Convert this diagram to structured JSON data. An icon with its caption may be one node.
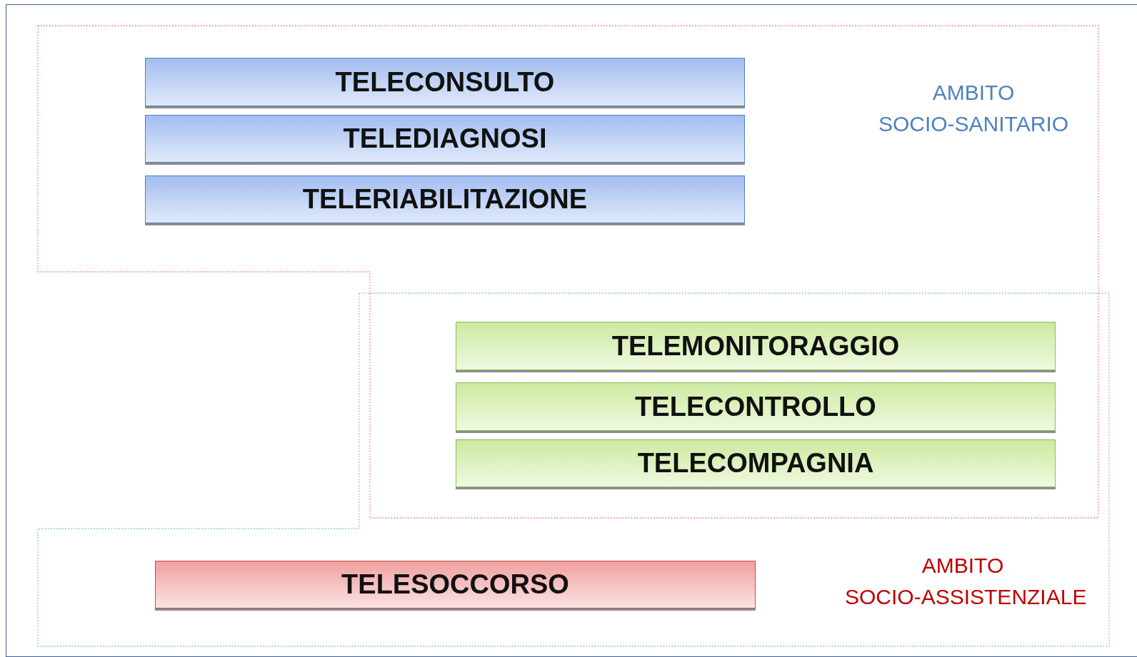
{
  "diagram": {
    "nodes": [
      {
        "text": [
          "AMBITO SOCIO-SANITARIO"
        ]
      },
      {
        "text": [
          "AMBITO SOCIO-ASSISTENZIALE"
        ]
      },
      {
        "text": [
          "TELECONSULTO"
        ],
        "in": 0
      },
      {
        "text": [
          "TELEDIAGNOSI"
        ],
        "in": 0
      },
      {
        "text": [
          "TELERIABILITAZIONE"
        ],
        "in": 0
      },
      {
        "text": [
          "TELEMONITORAGGIO"
        ]
      },
      {
        "text": [
          "TELECONTROLLO"
        ]
      },
      {
        "text": [
          "TELECOMPAGNIA"
        ]
      },
      {
        "text": [
          "TELESOCCORSO"
        ],
        "in": 1
      }
    ]
  }
}
